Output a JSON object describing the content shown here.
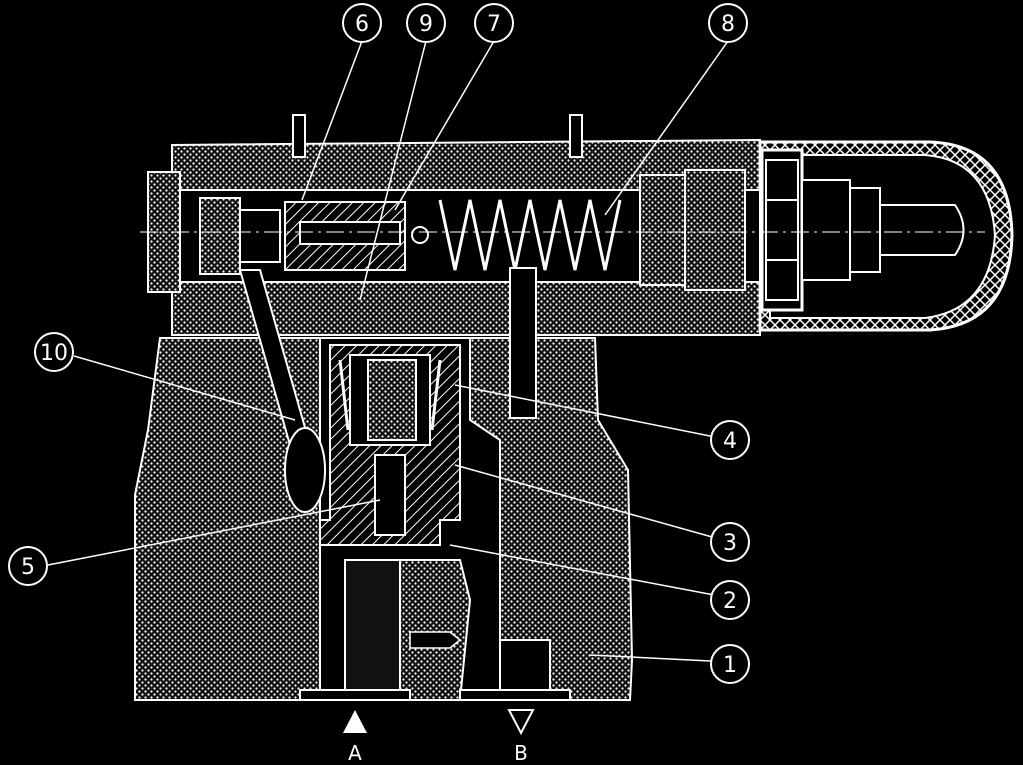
{
  "callouts": [
    {
      "id": "c6",
      "label": "6"
    },
    {
      "id": "c9",
      "label": "9"
    },
    {
      "id": "c7",
      "label": "7"
    },
    {
      "id": "c8",
      "label": "8"
    },
    {
      "id": "c10",
      "label": "10"
    },
    {
      "id": "c4",
      "label": "4"
    },
    {
      "id": "c3",
      "label": "3"
    },
    {
      "id": "c5",
      "label": "5"
    },
    {
      "id": "c2",
      "label": "2"
    },
    {
      "id": "c1",
      "label": "1"
    }
  ],
  "ports": {
    "A": {
      "label": "A"
    },
    "B": {
      "label": "B"
    }
  },
  "colors": {
    "background": "#000000",
    "line": "#ffffff",
    "body_fill": "#2a2a2a"
  }
}
